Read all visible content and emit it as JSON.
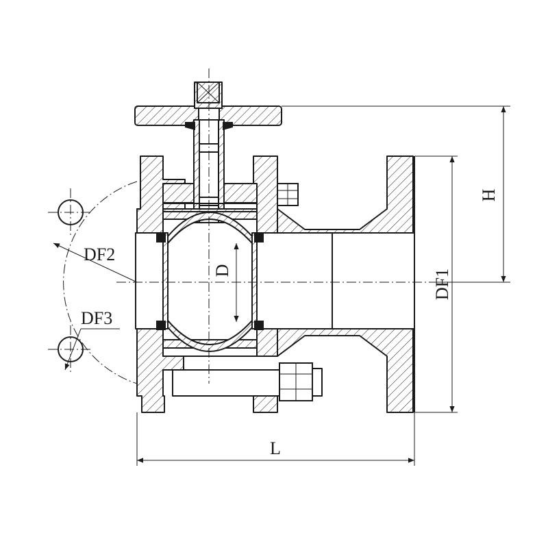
{
  "labels": {
    "h": "H",
    "df1": "DF1",
    "df2": "DF2",
    "df3": "DF3",
    "d": "D",
    "l": "L"
  }
}
